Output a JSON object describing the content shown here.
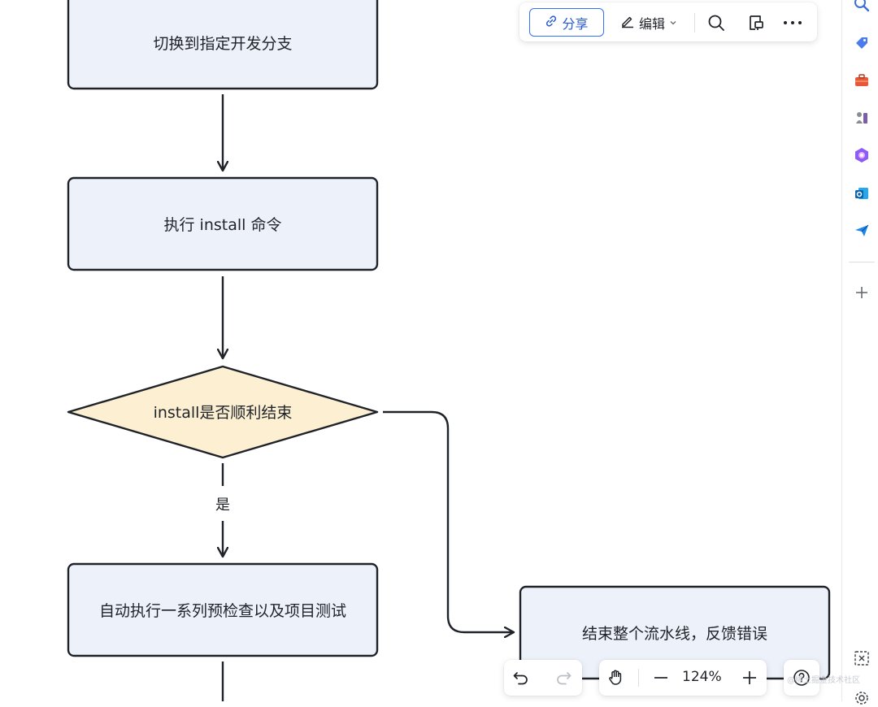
{
  "flowchart": {
    "nodes": [
      {
        "id": "switch-branch",
        "shape": "rect",
        "label": "切换到指定开发分支"
      },
      {
        "id": "run-install",
        "shape": "rect",
        "label": "执行 install 命令"
      },
      {
        "id": "install-ok",
        "shape": "diamond",
        "label": "install是否顺利结束"
      },
      {
        "id": "auto-tests",
        "shape": "rect",
        "label": "自动执行一系列预检查以及项目测试"
      },
      {
        "id": "end-pipeline",
        "shape": "rect",
        "label": "结束整个流水线，反馈错误"
      }
    ],
    "edges": [
      {
        "from": "switch-branch",
        "to": "run-install",
        "label": ""
      },
      {
        "from": "run-install",
        "to": "install-ok",
        "label": ""
      },
      {
        "from": "install-ok",
        "to": "auto-tests",
        "label": "是"
      },
      {
        "from": "install-ok",
        "to": "end-pipeline",
        "label": ""
      }
    ],
    "colors": {
      "rect_fill": "#edf1fa",
      "diamond_fill": "#fdf0d2",
      "stroke": "#1f2329",
      "accent": "#3370ff"
    }
  },
  "toolbar": {
    "share_label": "分享",
    "edit_label": "编辑",
    "icons": [
      "link-icon",
      "pen-icon",
      "chevron-down-icon",
      "search-icon",
      "comment-icon",
      "more-icon"
    ]
  },
  "bottom_toolbar": {
    "zoom_label": "124%",
    "icons": [
      "undo-icon",
      "redo-icon",
      "hand-icon",
      "zoom-out-icon",
      "zoom-in-icon",
      "help-icon"
    ]
  },
  "sidebar": {
    "icons": [
      "search-icon",
      "tag-icon",
      "toolbox-icon",
      "chess-icon",
      "copilot-icon",
      "outlook-icon",
      "send-icon",
      "add-icon",
      "screenshot-icon",
      "settings-icon"
    ]
  },
  "watermark": "@稀土掘金技术社区"
}
